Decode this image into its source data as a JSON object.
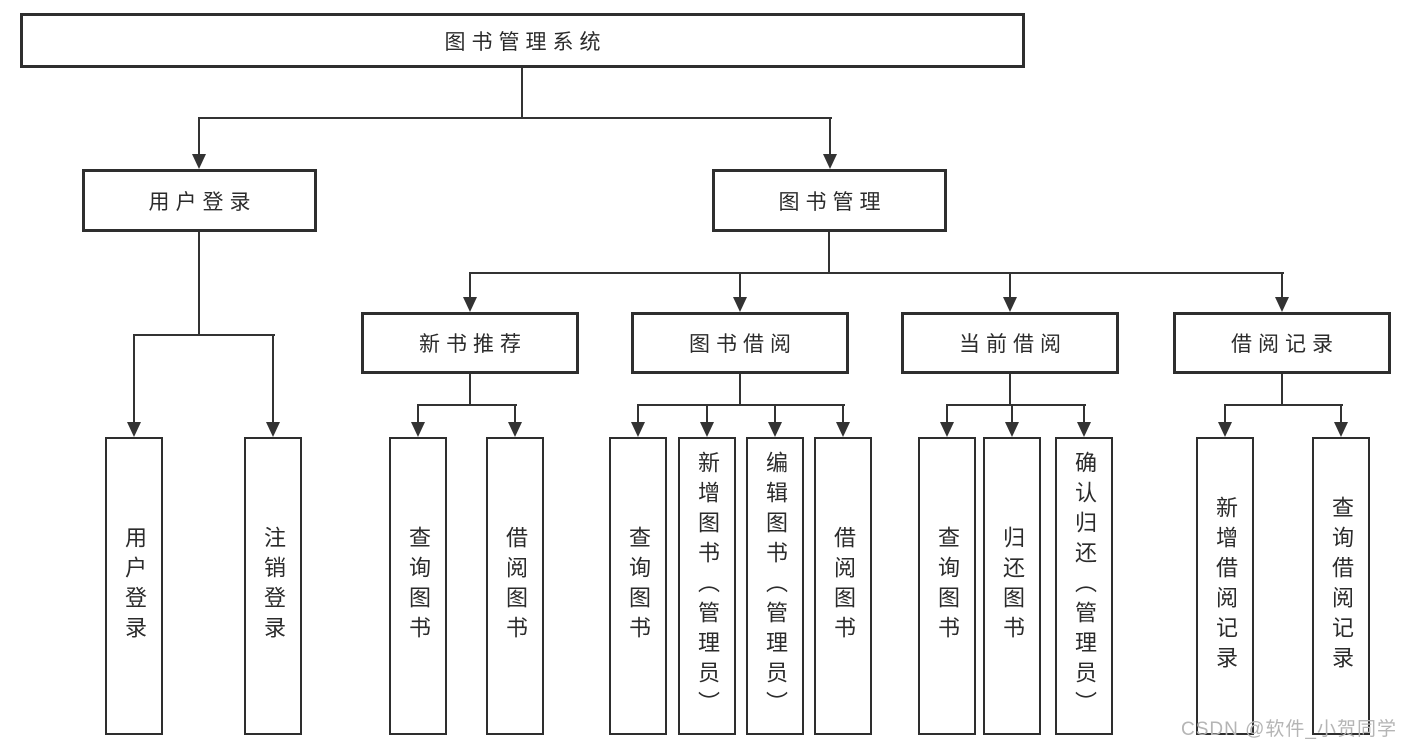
{
  "diagram_type": "hierarchy-tree",
  "tree": {
    "label": "图书管理系统",
    "children": [
      {
        "label": "用户登录",
        "children": [
          {
            "label": "用户登录"
          },
          {
            "label": "注销登录"
          }
        ]
      },
      {
        "label": "图书管理",
        "children": [
          {
            "label": "新书推荐",
            "children": [
              {
                "label": "查询图书"
              },
              {
                "label": "借阅图书"
              }
            ]
          },
          {
            "label": "图书借阅",
            "children": [
              {
                "label": "查询图书"
              },
              {
                "label": "新增图书（管理员）"
              },
              {
                "label": "编辑图书（管理员）"
              },
              {
                "label": "借阅图书"
              }
            ]
          },
          {
            "label": "当前借阅",
            "children": [
              {
                "label": "查询图书"
              },
              {
                "label": "归还图书"
              },
              {
                "label": "确认归还（管理员）"
              }
            ]
          },
          {
            "label": "借阅记录",
            "children": [
              {
                "label": "新增借阅记录"
              },
              {
                "label": "查询借阅记录"
              }
            ]
          }
        ]
      }
    ]
  },
  "watermark": {
    "text": "CSDN @软件_小贺同学"
  },
  "colors": {
    "line": "#333333",
    "border": "#2e2e2e",
    "text": "#2b2b2b",
    "bg": "#ffffff",
    "watermark": "#b5b5b5"
  }
}
